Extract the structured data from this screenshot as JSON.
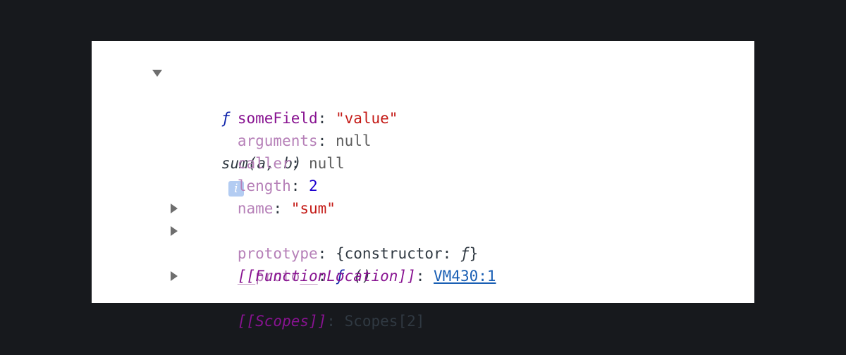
{
  "root": {
    "f_symbol": "ƒ",
    "signature": "sum(a, b)",
    "info_icon": "i"
  },
  "props": {
    "someField": {
      "key": "someField",
      "colon": ": ",
      "value": "\"value\""
    },
    "arguments": {
      "key": "arguments",
      "colon": ": ",
      "value": "null"
    },
    "caller": {
      "key": "caller",
      "colon": ": ",
      "value": "null"
    },
    "length": {
      "key": "length",
      "colon": ": ",
      "value": "2"
    },
    "name": {
      "key": "name",
      "colon": ": ",
      "value": "\"sum\""
    },
    "prototype": {
      "key": "prototype",
      "colon": ": ",
      "value_open": "{constructor: ",
      "value_f": "ƒ",
      "value_close": "}"
    },
    "proto": {
      "key": "__proto__",
      "colon": ": ",
      "value_f": "ƒ",
      "value_rest": " ()"
    },
    "function_location": {
      "key": "[[FunctionLocation]]",
      "colon": ": ",
      "value": "VM430:1"
    },
    "scopes": {
      "key": "[[Scopes]]",
      "colon": ": ",
      "value": "Scopes[2]"
    }
  },
  "colors": {
    "background": "#17191d",
    "panel": "#ffffff",
    "own_key": "#881391",
    "dim_key": "#b680b8",
    "string": "#c41a16",
    "number": "#1c00cf",
    "link": "#1a5fb4",
    "info_badge": "#b3ccf2"
  }
}
